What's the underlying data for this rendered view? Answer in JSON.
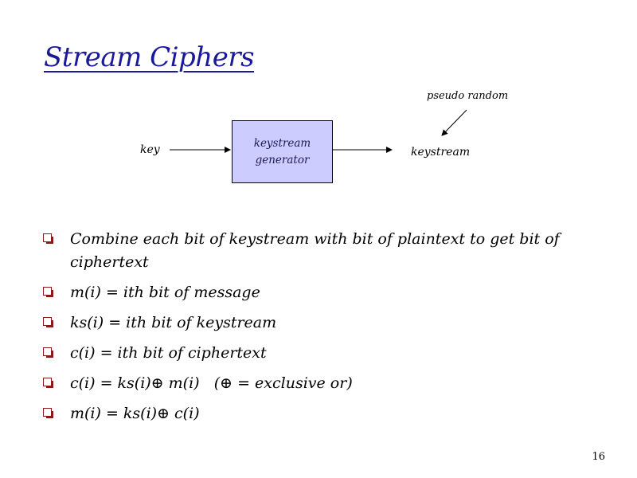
{
  "slide": {
    "title": "Stream Ciphers",
    "page_number": "16"
  },
  "diagram": {
    "key_label": "key",
    "generator_line1": "keystream",
    "generator_line2": "generator",
    "output_label": "keystream",
    "note_label": "pseudo random",
    "box_color": "#ccccff"
  },
  "bullets": [
    "Combine each bit of keystream with bit of plaintext to get bit of ciphertext",
    "m(i) = ith bit of message",
    "ks(i) = ith bit of keystream",
    "c(i) = ith bit of ciphertext",
    "c(i) = ks(i)⊕ m(i)   (⊕ = exclusive or)",
    "m(i) = ks(i)⊕ c(i)"
  ],
  "colors": {
    "title": "#1a1a99",
    "bullet_marker": "#8a1a1a"
  },
  "icons": {
    "bullet_marker": "checkbox-square-icon"
  }
}
